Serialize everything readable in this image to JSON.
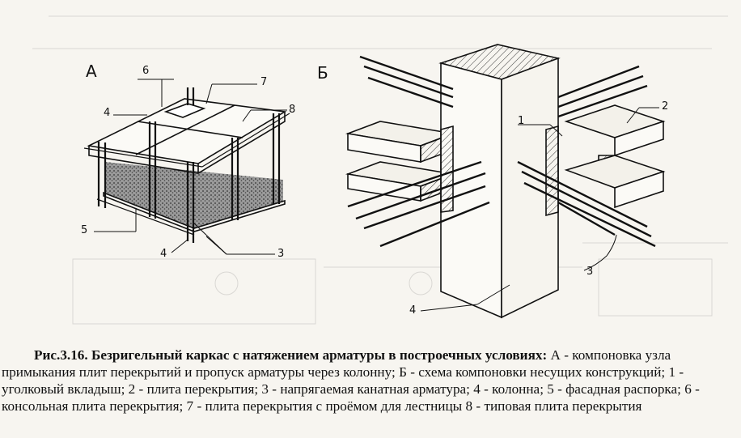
{
  "figure": {
    "panel_a_letter": "А",
    "panel_b_letter": "Б",
    "a_labels": {
      "l6": "6",
      "l7": "7",
      "l4_top": "4",
      "l8": "8",
      "l5": "5",
      "l4_bottom": "4",
      "l3": "3"
    },
    "b_labels": {
      "l1": "1",
      "l2": "2",
      "l3": "3",
      "l4": "4"
    }
  },
  "caption": {
    "title": "Рис.3.16. Безригельный каркас с натяжением арматуры в построечных условиях:",
    "text": " А - компоновка узла примыкания плит перекрытий и пропуск арматуры через колонну; Б - схема компоновки несущих конструкций; 1 - уголковый вкладыш; 2 - плита перекрытия; 3 - напрягаемая канатная арматура; 4 - колонна; 5 - фасадная распорка; 6 - консольная плита перекрытия; 7 - плита перекрытия с проёмом для лестницы 8 - типовая плита перекрытия"
  }
}
